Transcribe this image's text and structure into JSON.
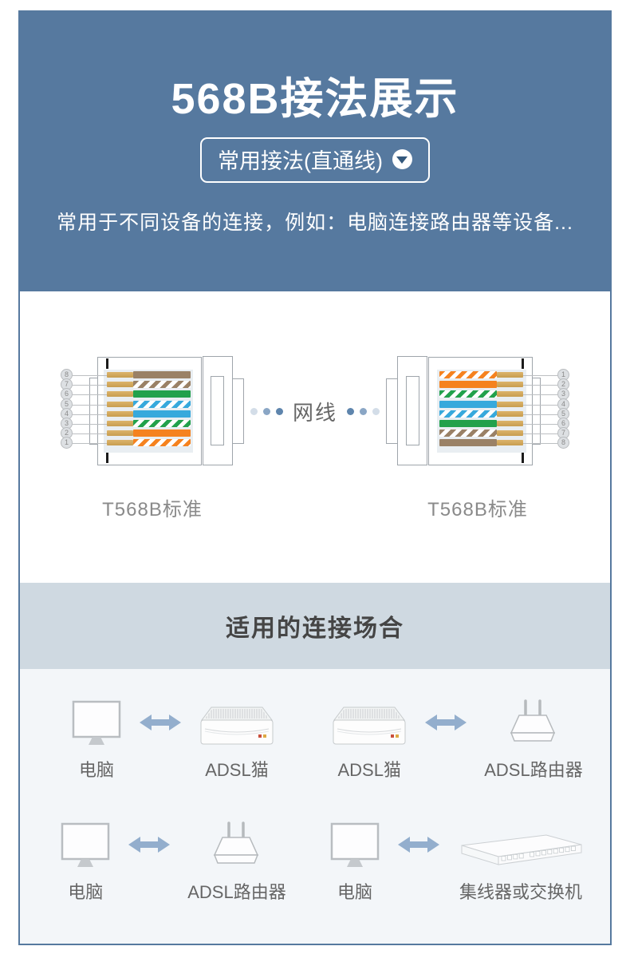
{
  "palette": {
    "page_bg": "#ffffff",
    "header_bg": "#56799f",
    "panel_border": "#56799f",
    "band_bg": "#cfd9e1",
    "band_text": "#454545",
    "scenario_bg": "#f3f6f9",
    "muted_label": "#8a8a8a",
    "device_label": "#666666",
    "arrow": "#93aecd",
    "pin_gold": "#d2a95c",
    "connector_outline": "#9fa5ab",
    "cable_dots": [
      "#d3dde8",
      "#8aa6c5",
      "#5e85ad"
    ]
  },
  "header": {
    "title": "568B接法展示",
    "dropdown": {
      "label": "常用接法(直通线)",
      "icon": "chevron-down-circle-icon"
    },
    "subtitle": "常用于不同设备的连接，例如：电脑连接路由器等设备..."
  },
  "wiring_diagram": {
    "cable_label": "网线",
    "connectors": [
      {
        "label": "T568B标准",
        "orientation": "left",
        "pin_order_top_to_bottom": [
          8,
          7,
          6,
          5,
          4,
          3,
          2,
          1
        ]
      },
      {
        "label": "T568B标准",
        "orientation": "right",
        "pin_order_top_to_bottom": [
          1,
          2,
          3,
          4,
          5,
          6,
          7,
          8
        ]
      }
    ],
    "pins": [
      {
        "pin": 1,
        "color_name": "white-orange",
        "style": "striped",
        "hex": "#f5821f"
      },
      {
        "pin": 2,
        "color_name": "orange",
        "style": "solid",
        "hex": "#f5821f"
      },
      {
        "pin": 3,
        "color_name": "white-green",
        "style": "striped",
        "hex": "#22a14c"
      },
      {
        "pin": 4,
        "color_name": "blue",
        "style": "solid",
        "hex": "#37a9dc"
      },
      {
        "pin": 5,
        "color_name": "white-blue",
        "style": "striped",
        "hex": "#37a9dc"
      },
      {
        "pin": 6,
        "color_name": "green",
        "style": "solid",
        "hex": "#22a14c"
      },
      {
        "pin": 7,
        "color_name": "white-brown",
        "style": "striped",
        "hex": "#9a8166"
      },
      {
        "pin": 8,
        "color_name": "brown",
        "style": "solid",
        "hex": "#9a8166"
      }
    ]
  },
  "scenarios": {
    "title": "适用的连接场合",
    "pairs": [
      {
        "left": {
          "icon": "computer-icon",
          "label": "电脑"
        },
        "right": {
          "icon": "adsl-modem-icon",
          "label": "ADSL猫"
        }
      },
      {
        "left": {
          "icon": "adsl-modem-icon",
          "label": "ADSL猫"
        },
        "right": {
          "icon": "adsl-router-icon",
          "label": "ADSL路由器"
        }
      },
      {
        "left": {
          "icon": "computer-icon",
          "label": "电脑"
        },
        "right": {
          "icon": "adsl-router-icon",
          "label": "ADSL路由器"
        }
      },
      {
        "left": {
          "icon": "computer-icon",
          "label": "电脑"
        },
        "right": {
          "icon": "switch-icon",
          "label": "集线器或交换机"
        }
      }
    ]
  }
}
